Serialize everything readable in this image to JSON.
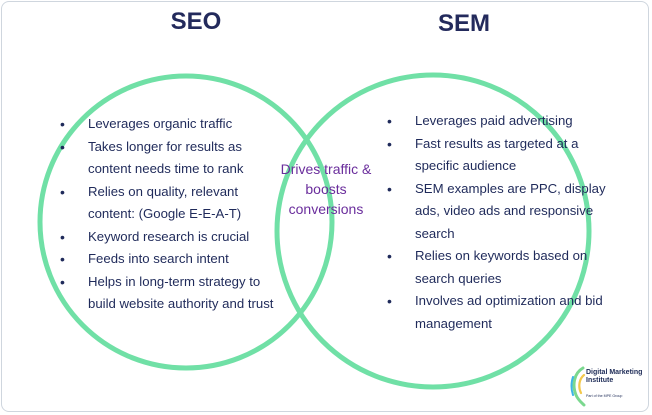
{
  "colors": {
    "circle_stroke": "#70e0a6",
    "heading": "#232a5c",
    "center_text": "#6a2d9c",
    "body_text": "#1f2a5a"
  },
  "seo": {
    "title": "SEO",
    "items": [
      "Leverages organic traffic",
      "Takes longer for results as content needs time to rank",
      "Relies on quality, relevant content: (Google E-E-A-T)",
      "Keyword research is crucial",
      "Feeds into search intent",
      "Helps in long-term strategy to build website authority and trust"
    ]
  },
  "sem": {
    "title": "SEM",
    "items": [
      "Leverages paid advertising",
      "Fast results as targeted at a specific audience",
      "SEM examples are PPC, display ads, video ads and responsive search",
      "Relies on keywords based on search queries",
      "Involves ad optimization and bid management"
    ]
  },
  "overlap": {
    "text": "Drives traffic & boosts conversions"
  },
  "logo": {
    "name": "Digital Marketing Institute",
    "tagline": "Part of the MPE Group",
    "icon": "dmi-swirl-logo-icon"
  }
}
